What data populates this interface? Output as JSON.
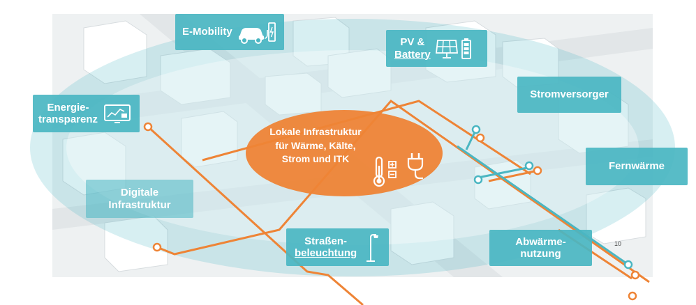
{
  "center": {
    "line1": "Lokale Infrastruktur",
    "line2": "für Wärme, Kälte,",
    "line3": "Strom und ITK"
  },
  "labels": {
    "emobility": "E-Mobility",
    "pv_line1": "PV &",
    "pv_line2": "Battery",
    "energie_line1": "Energie-",
    "energie_line2": "transparenz",
    "stromversorger": "Stromversorger",
    "fernwaerme": "Fernwärme",
    "digital_line1": "Digitale",
    "digital_line2": "Infrastruktur",
    "strassen_line1": "Straßen-",
    "strassen_line2": "beleuchtung",
    "abwaerme_line1": "Abwärme-",
    "abwaerme_line2": "nutzung"
  },
  "page_number": "10",
  "colors": {
    "teal": "#4ab6c2",
    "orange": "#ee8436"
  },
  "icons": [
    "car-charging-icon",
    "solar-panel-icon",
    "battery-icon",
    "monitor-chart-icon",
    "thermometer-icon",
    "power-plug-icon",
    "street-lamp-icon"
  ]
}
